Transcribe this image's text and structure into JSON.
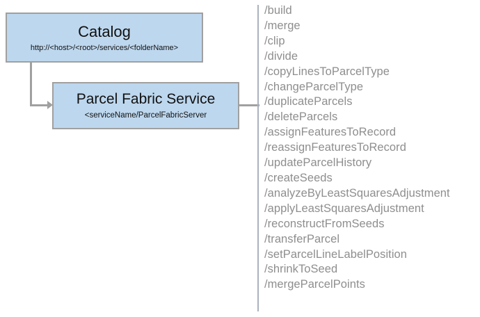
{
  "diagram": {
    "type": "hierarchy-with-endpoint-list",
    "colors": {
      "node_fill": "#bdd7ee",
      "node_border": "#a0a0a0",
      "connector": "#a0a0a0",
      "list_text": "#8e8e8e",
      "rule": "#aab2bd",
      "background": "#ffffff"
    },
    "nodes": [
      {
        "id": "catalog",
        "title": "Catalog",
        "subtitle": "http://<host>/<root>/services/<folderName>"
      },
      {
        "id": "parcel-fabric-service",
        "title": "Parcel Fabric Service",
        "subtitle": "<serviceName/ParcelFabricServer"
      }
    ],
    "connectors": [
      {
        "id": "catalog-to-service",
        "from": "catalog",
        "to": "parcel-fabric-service",
        "style": "elbow-arrow"
      },
      {
        "id": "service-to-operations",
        "from": "parcel-fabric-service",
        "to": "operations",
        "style": "line"
      }
    ],
    "operations": [
      "/build",
      "/merge",
      "/clip",
      "/divide",
      "/copyLinesToParcelType",
      "/changeParcelType",
      "/duplicateParcels",
      "/deleteParcels",
      "/assignFeaturesToRecord",
      "/reassignFeaturesToRecord",
      "/updateParcelHistory",
      "/createSeeds",
      "/analyzeByLeastSquaresAdjustment",
      "/applyLeastSquaresAdjustment",
      "/reconstructFromSeeds",
      "/transferParcel",
      "/setParcelLineLabelPosition",
      "/shrinkToSeed",
      "/mergeParcelPoints"
    ]
  }
}
